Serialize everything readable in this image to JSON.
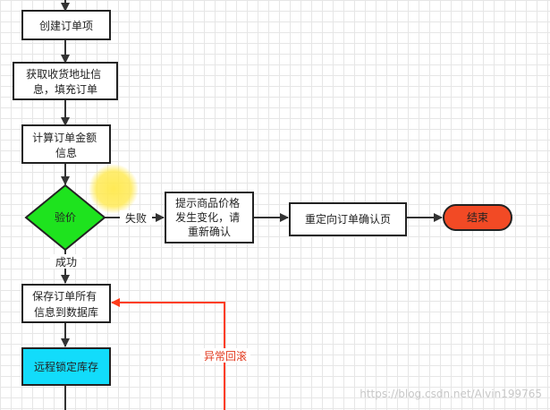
{
  "nodes": {
    "create_order_item": [
      "创建订单项"
    ],
    "get_address": [
      "获取收货地址信",
      "息，填充订单"
    ],
    "calc_amount": [
      "计算订单金额",
      "信息"
    ],
    "check_price": [
      "验价"
    ],
    "price_change": [
      "提示商品价格",
      "发生变化，请",
      "重新确认"
    ],
    "redirect_confirm": [
      "重定向订单确认页"
    ],
    "end": [
      "结束"
    ],
    "save_order": [
      "保存订单所有",
      "信息到数据库"
    ],
    "remote_lock": [
      "远程锁定库存"
    ]
  },
  "edges": {
    "fail": "失败",
    "success": "成功",
    "rollback": "异常回滚"
  },
  "watermark": "https://blog.csdn.net/Alvin199765",
  "colors": {
    "decision_fill": "#1ee31e",
    "end_fill": "#f24a25",
    "lock_fill": "#12dcfb",
    "rollback_line": "#ff3c1a",
    "highlight": "#ffe94d"
  }
}
